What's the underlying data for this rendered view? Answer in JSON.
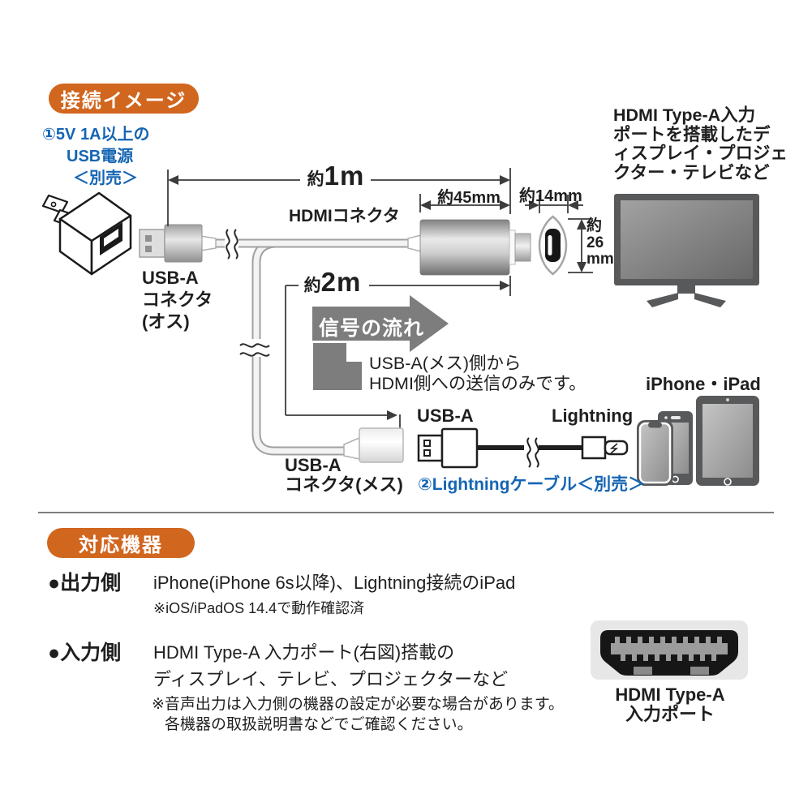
{
  "colors": {
    "accent_orange": "#d1661f",
    "link_blue": "#1565b3",
    "flow_arrow_gray": "#7d7d7d",
    "device_frame_gray": "#58595b"
  },
  "connection": {
    "badge": "接続イメージ",
    "power": {
      "line1": "①5V 1A以上の",
      "line2": "USB電源",
      "line3": "＜別売＞"
    },
    "dims": {
      "m1_prefix": "約",
      "m1": "1m",
      "m2_prefix": "約",
      "m2": "2m",
      "mm45": "約45mm",
      "mm14": "約14mm",
      "mm26_1": "約",
      "mm26_2": "26",
      "mm26_3": "mm"
    },
    "hdmi_connector": "HDMIコネクタ",
    "display_note": {
      "line1": "HDMI Type-A入力",
      "line2": "ポートを搭載したデ",
      "line3": "ィスプレイ・プロジェ",
      "line4": "クター・テレビなど"
    },
    "usb_male": {
      "line1": "USB-A",
      "line2": "コネクタ",
      "line3": "(オス)"
    },
    "signal": {
      "label": "信号の流れ",
      "note1": "USB-A(メス)側から",
      "note2": "HDMI側への送信のみです。"
    },
    "devices_label": "iPhone・iPad",
    "cable2": {
      "usb_a": "USB-A",
      "lightning": "Lightning",
      "note": "②Lightningケーブル＜別売＞"
    },
    "usb_female": {
      "line1": "USB-A",
      "line2": "コネクタ(メス)"
    }
  },
  "compat": {
    "badge": "対応機器",
    "output": {
      "heading": "●出力側",
      "text": "iPhone(iPhone 6s以降)、Lightning接続のiPad",
      "note": "※iOS/iPadOS 14.4で動作確認済"
    },
    "input": {
      "heading": "●入力側",
      "line1": "HDMI Type-A 入力ポート(右図)搭載の",
      "line2": "ディスプレイ、テレビ、プロジェクターなど",
      "note1": "※音声出力は入力側の機器の設定が必要な場合があります。",
      "note2": "各機器の取扱説明書などでご確認ください。"
    },
    "hdmi_port": {
      "line1": "HDMI Type-A",
      "line2": "入力ポート"
    }
  }
}
